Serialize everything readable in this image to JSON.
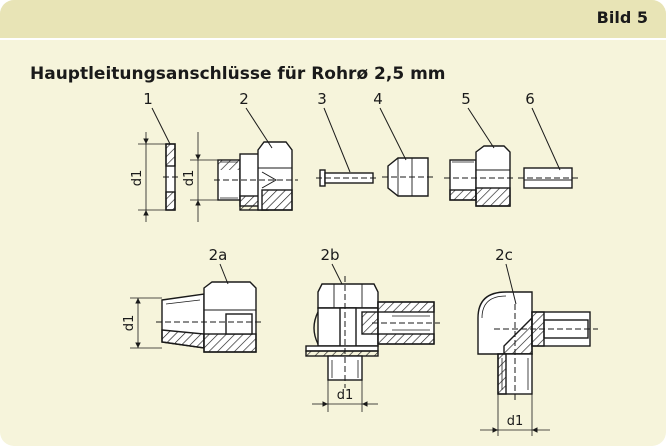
{
  "header": {
    "figure_label": "Bild 5",
    "title": "Hauptleitungsanschlüsse für Rohrø 2,5 mm"
  },
  "parts_top": [
    {
      "id": "1"
    },
    {
      "id": "2"
    },
    {
      "id": "3"
    },
    {
      "id": "4"
    },
    {
      "id": "5"
    },
    {
      "id": "6"
    }
  ],
  "parts_bottom": [
    {
      "id": "2a"
    },
    {
      "id": "2b"
    },
    {
      "id": "2c"
    }
  ],
  "dimension_label": "d1",
  "colors": {
    "panel_bg": "#f6f4db",
    "header_bg": "#e8e4b6",
    "line": "#1a1a1a"
  }
}
